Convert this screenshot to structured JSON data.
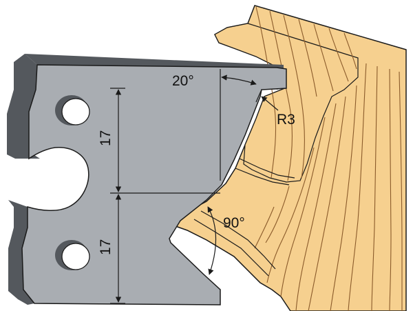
{
  "labels": {
    "angle_top": "20°",
    "radius": "R3",
    "angle_bottom": "90°",
    "height_upper": "17",
    "height_lower": "17"
  },
  "colors": {
    "steel_face": "#a9adb2",
    "steel_edge": "#54585d",
    "wood_fill": "#f6d08f",
    "wood_grain": "#8a5a2a",
    "line": "#1a1a1a",
    "background": "#ffffff"
  }
}
